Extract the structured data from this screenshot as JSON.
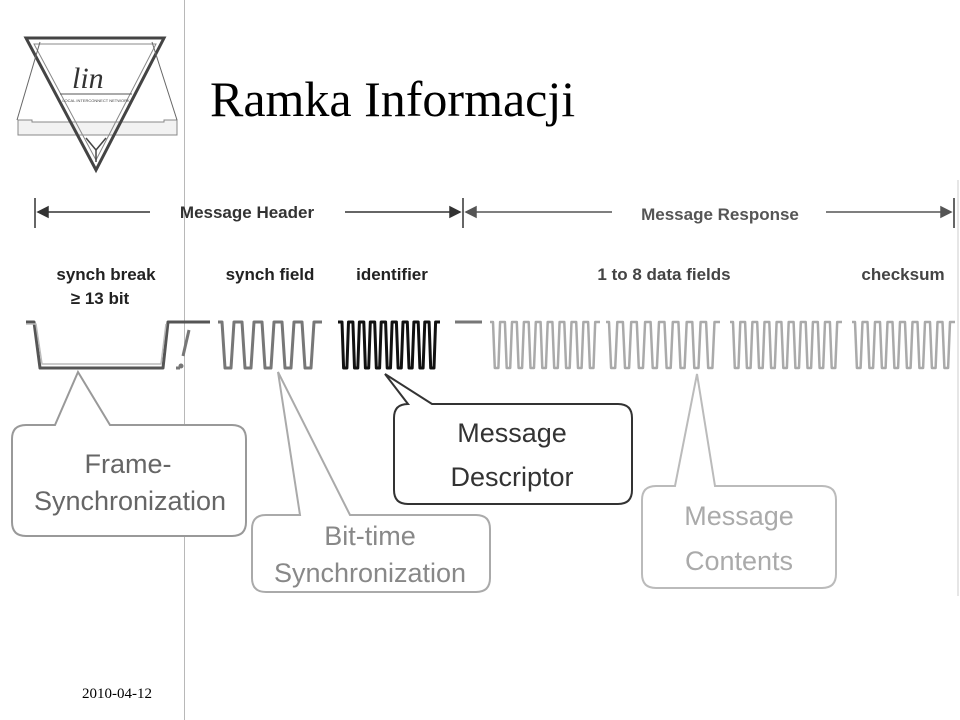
{
  "slide": {
    "title": "Ramka Informacji",
    "date": "2010-04-12"
  },
  "logo": {
    "brand": "lin",
    "subtitle": "LOCAL INTERCONNECT NETWORK"
  },
  "diagram": {
    "sections": {
      "header": "Message Header",
      "response": "Message Response"
    },
    "fields": {
      "synch_break_line1": "synch break",
      "synch_break_line2": "≥ 13 bit",
      "synch_field": "synch field",
      "identifier": "identifier",
      "data_fields": "1 to 8 data fields",
      "checksum": "checksum"
    },
    "callouts": {
      "frame_sync_line1": "Frame-",
      "frame_sync_line2": "Synchronization",
      "bit_time_line1": "Bit-time",
      "bit_time_line2": "Synchronization",
      "message_descriptor_line1": "Message",
      "message_descriptor_line2": "Descriptor",
      "message_contents_line1": "Message",
      "message_contents_line2": "Contents"
    },
    "colors": {
      "identifier_wave": "#111111",
      "data_wave": "#aaaaaa",
      "sync_wave": "#777777"
    }
  }
}
